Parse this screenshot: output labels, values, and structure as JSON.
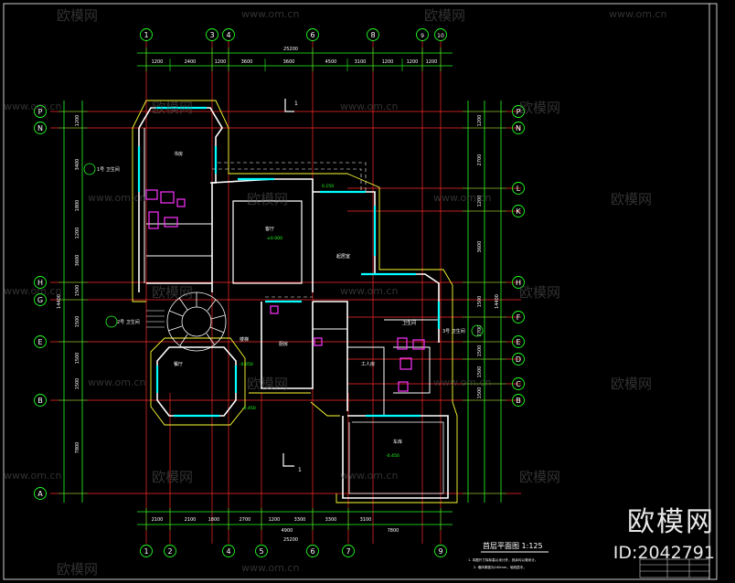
{
  "drawing": {
    "title": "首层平面图 1:125",
    "scale": "1:125",
    "axis_top": [
      "1",
      "3",
      "4",
      "6",
      "8",
      "9",
      "10"
    ],
    "axis_bottom": [
      "1",
      "2",
      "4",
      "5",
      "6",
      "7",
      "9"
    ],
    "axis_left": [
      "P",
      "N",
      "H",
      "G",
      "E",
      "B",
      "A"
    ],
    "axis_right": [
      "P",
      "N",
      "L",
      "K",
      "H",
      "F",
      "E",
      "D",
      "C",
      "B"
    ],
    "dims_top_total": "25200",
    "dims_top_segments": [
      "1200",
      "2400",
      "1200",
      "3600",
      "3600",
      "4500",
      "3100",
      "1200",
      "1200",
      "1200"
    ],
    "dims_bottom_total": "25200",
    "dims_bottom_segments": [
      "2100",
      "2100",
      "1800",
      "2700",
      "1200",
      "3300",
      "4900",
      "3300",
      "3100",
      "7800"
    ],
    "dims_left": [
      "1200",
      "3400",
      "1800",
      "1200",
      "3600",
      "1500",
      "1500",
      "1500",
      "1500",
      "7800",
      "14400"
    ],
    "dims_right": [
      "1200",
      "2700",
      "1200",
      "3600",
      "1500",
      "2700",
      "1500",
      "1500",
      "1500",
      "14400"
    ],
    "rooms": [
      {
        "label": "客厅"
      },
      {
        "label": "餐厅"
      },
      {
        "label": "起居室"
      },
      {
        "label": "车库"
      },
      {
        "label": "工人房"
      },
      {
        "label": "厨房"
      },
      {
        "label": "卫生间"
      },
      {
        "label": "楼梯"
      },
      {
        "label": "书房"
      }
    ],
    "elevations": [
      "±0.000",
      "-0.450",
      "-0.050",
      "0.150",
      "-0.450"
    ],
    "stair_labels": [
      "2号 卫生间",
      "1号 卫生间",
      "3号 卫生间"
    ],
    "notes": [
      "1. 本图尺寸除标高以米计外，其余均以毫米计。",
      "2. 墙体厚度为240mm，轴线居中。"
    ]
  },
  "watermark": {
    "brand": "欧模网",
    "url": "www.om.cn"
  },
  "brand_mark": {
    "name": "欧模网",
    "id": "ID:2042791"
  },
  "colors": {
    "background": "#000000",
    "axis": "#ff2a2a",
    "dims": "#22ff22",
    "walls": "#ffffff",
    "windows": "#00ffff",
    "fixtures": "#ff33ff",
    "accent_yellow": "#ffff33",
    "watermark": "#5a5a5a"
  }
}
